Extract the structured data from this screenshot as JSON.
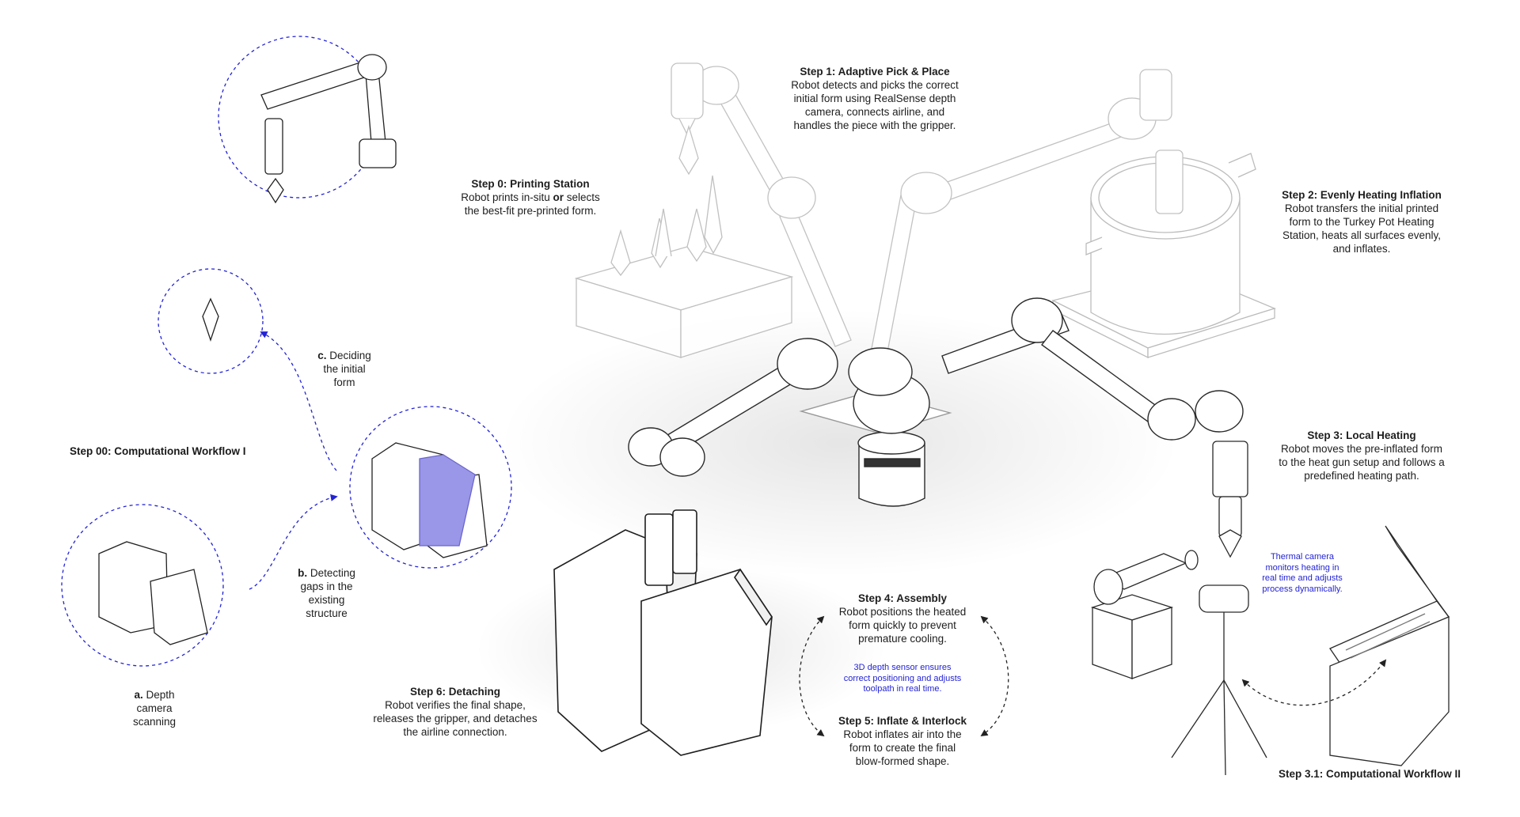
{
  "steps": {
    "step0": {
      "title": "Step 0: Printing Station",
      "line1_pre": "Robot prints in-situ ",
      "line1_bold": "or",
      "line1_post": " selects",
      "line2": "the best-fit pre-printed form."
    },
    "step1": {
      "title": "Step 1: Adaptive Pick & Place",
      "lines": [
        "Robot detects and picks the correct",
        "initial form using RealSense depth",
        "camera, connects airline, and",
        "handles the piece with the gripper."
      ]
    },
    "step2": {
      "title": "Step 2: Evenly Heating Inflation",
      "lines": [
        "Robot transfers the initial printed",
        "form to the Turkey Pot Heating",
        "Station, heats all surfaces evenly,",
        "and inflates."
      ]
    },
    "step3": {
      "title": "Step 3: Local Heating",
      "lines": [
        "Robot moves the pre-inflated form",
        "to the heat gun setup and follows a",
        "predefined heating path."
      ]
    },
    "step31": {
      "title": "Step 3.1: Computational Workflow II"
    },
    "step4": {
      "title": "Step 4: Assembly",
      "lines": [
        "Robot positions the heated",
        "form quickly to prevent",
        "premature cooling."
      ]
    },
    "step5": {
      "title": "Step 5: Inflate & Interlock",
      "lines": [
        "Robot inflates air into the",
        "form to create the final",
        "blow-formed shape."
      ]
    },
    "step6": {
      "title": "Step 6: Detaching",
      "lines": [
        "Robot verifies the final shape,",
        "releases the gripper, and detaches",
        "the airline connection."
      ]
    },
    "step00": {
      "title": "Step 00: Computational Workflow I"
    }
  },
  "workflow": {
    "a": {
      "letter": "a.",
      "lines": [
        "Depth",
        "camera",
        "scanning"
      ]
    },
    "b": {
      "letter": "b.",
      "lines": [
        "Detecting",
        "gaps in the",
        "existing",
        "structure"
      ]
    },
    "c": {
      "letter": "c.",
      "lines": [
        "Deciding",
        "the initial",
        "form"
      ]
    }
  },
  "notes": {
    "depth_sensor": [
      "3D depth sensor ensures",
      "correct positioning and adjusts",
      "toolpath in real time."
    ],
    "thermal": [
      "Thermal camera",
      "monitors heating in",
      "real time and adjusts",
      "process dynamically."
    ]
  },
  "colors": {
    "accent": "#2323d6",
    "gap_fill": "#9a96e8",
    "line": "#3a3a3a",
    "ghost": "#bdbdbd"
  }
}
